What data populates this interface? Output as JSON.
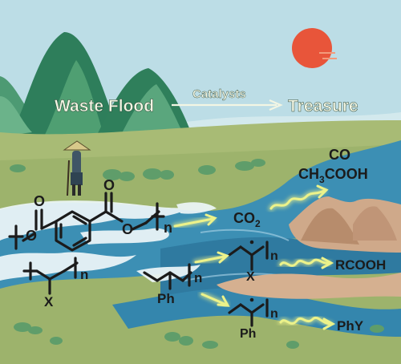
{
  "header": {
    "source_label": "Waste Flood",
    "process_label": "Catalysts",
    "target_label": "Treasure"
  },
  "products": {
    "co": "CO",
    "acetic_acid": {
      "prefix": "CH",
      "subscript": "3",
      "suffix": "COOH"
    },
    "co2": {
      "prefix": "CO",
      "subscript": "2"
    },
    "carboxylic_acid": "RCOOH",
    "aryl": "PhY"
  },
  "polymers": {
    "repeat_index": "n",
    "substituent_x": "X",
    "substituent_ph": "Ph"
  },
  "colors": {
    "sky": "#bcdde6",
    "sun": "#e8553a",
    "grass": "#9db36c",
    "river": "#3c8fb4",
    "mountain": "#2e7e5b",
    "glow_arrow": "#ecf28a",
    "text_dark": "#1b1b1b"
  }
}
